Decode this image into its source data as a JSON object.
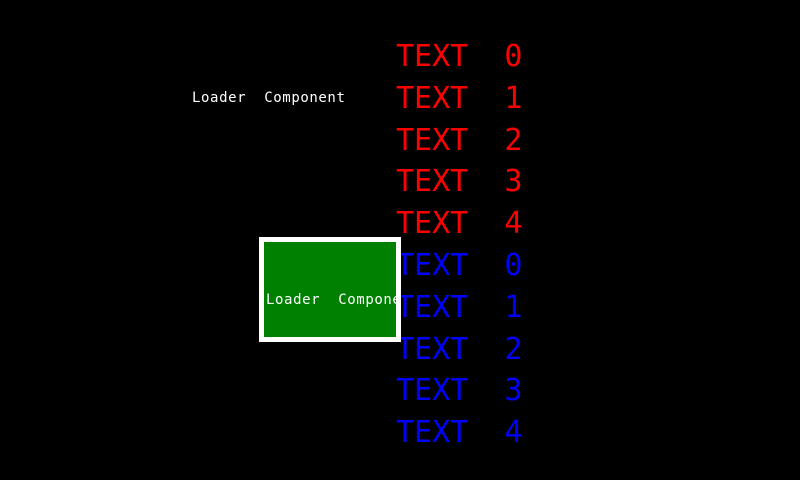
{
  "background_color": "#000000",
  "labels": {
    "top_loader_label": "Loader  Component",
    "box_loader_label": "Loader  Component"
  },
  "colors": {
    "red_text": "#FF0000",
    "blue_text": "#0000FF",
    "box_fill": "#008000",
    "box_border": "#FFFFFF",
    "label_text": "#FFFFFF"
  },
  "text_rows": [
    {
      "label": "TEXT  0",
      "color": "red"
    },
    {
      "label": "TEXT  1",
      "color": "red"
    },
    {
      "label": "TEXT  2",
      "color": "red"
    },
    {
      "label": "TEXT  3",
      "color": "red"
    },
    {
      "label": "TEXT  4",
      "color": "red"
    },
    {
      "label": "TEXT  0",
      "color": "blue"
    },
    {
      "label": "TEXT  1",
      "color": "blue"
    },
    {
      "label": "TEXT  2",
      "color": "blue"
    },
    {
      "label": "TEXT  3",
      "color": "blue"
    },
    {
      "label": "TEXT  4",
      "color": "blue"
    }
  ]
}
